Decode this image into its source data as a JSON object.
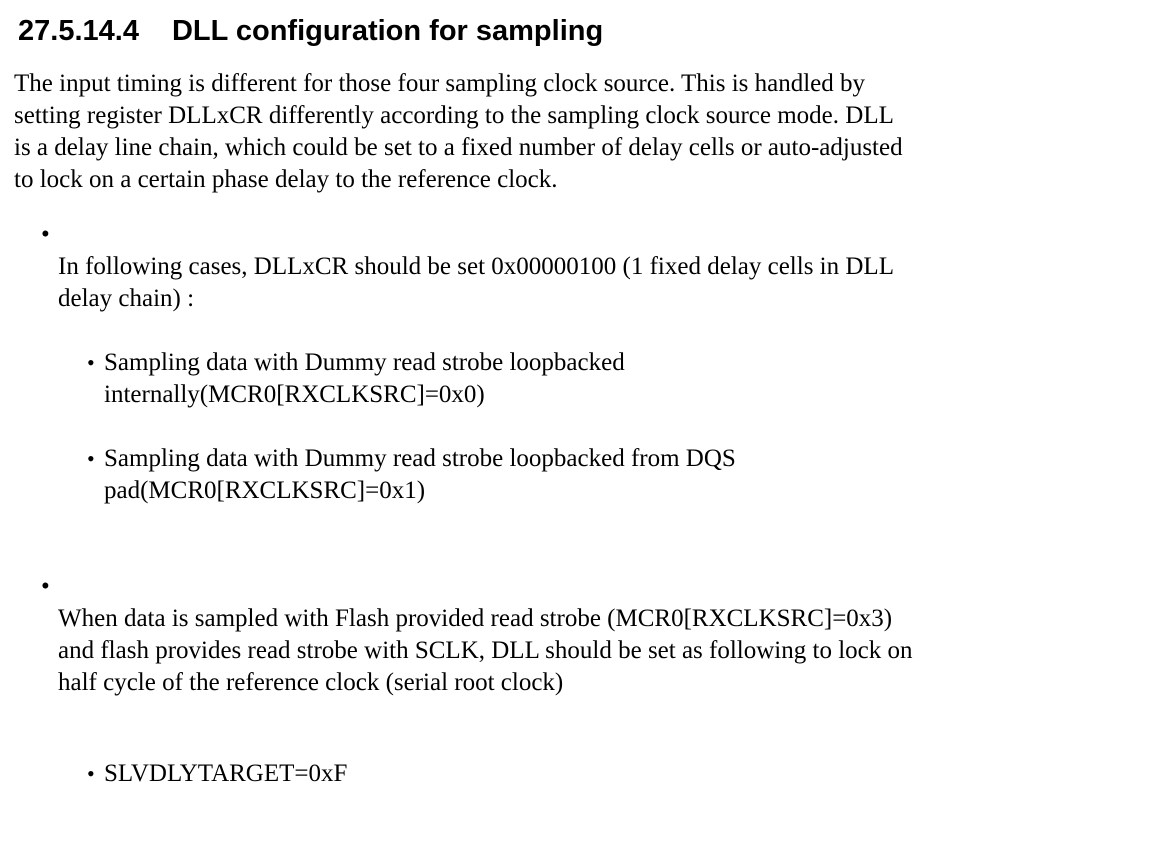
{
  "colors": {
    "background": "#ffffff",
    "text": "#000000"
  },
  "heading": {
    "number": "27.5.14.4",
    "title": "DLL configuration for sampling"
  },
  "paragraph": {
    "text": "The input timing is different for those four sampling clock source. This is handled by\nsetting register DLLxCR differently according to the sampling clock source mode. DLL\nis a delay line chain, which could be set to a fixed number of delay cells or auto-adjusted\nto lock on a certain phase delay to the reference clock."
  },
  "list": {
    "items": [
      {
        "text": "In following cases, DLLxCR should be set 0x00000100 (1 fixed delay cells in DLL\ndelay chain) :",
        "children": [
          "Sampling data with Dummy read strobe loopbacked\ninternally(MCR0[RXCLKSRC]=0x0)",
          "Sampling data with Dummy read strobe loopbacked from DQS\npad(MCR0[RXCLKSRC]=0x1)"
        ]
      },
      {
        "text": "When data is sampled with Flash provided read strobe (MCR0[RXCLKSRC]=0x3)\nand flash provides read strobe with SCLK, DLL should be set as following to lock on\nhalf cycle of the reference clock (serial root clock)",
        "children": [
          "SLVDLYTARGET=0xF"
        ]
      }
    ]
  }
}
